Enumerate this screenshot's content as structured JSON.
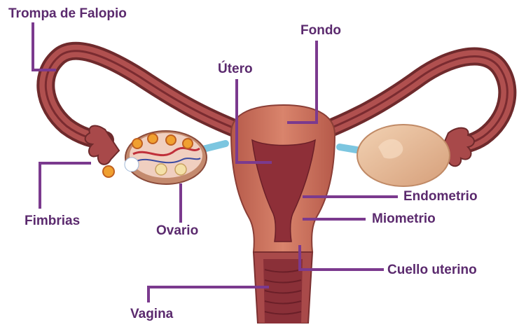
{
  "labels": {
    "trompa": "Trompa de Falopio",
    "fondo": "Fondo",
    "utero": "Útero",
    "fimbrias": "Fimbrias",
    "ovario": "Ovario",
    "endometrio": "Endometrio",
    "miometrio": "Miometrio",
    "cuello": "Cuello uterino",
    "vagina": "Vagina"
  },
  "colors": {
    "label_text": "#5b2a6e",
    "leader_line": "#7b3a8e",
    "tube": "#a8494a",
    "tube_outline": "#6e2a2c",
    "uterus_wall": "#c9705d",
    "uterus_cavity": "#8e2f38",
    "ovary": "#e8bd97",
    "ligament": "#7cc6e0"
  }
}
